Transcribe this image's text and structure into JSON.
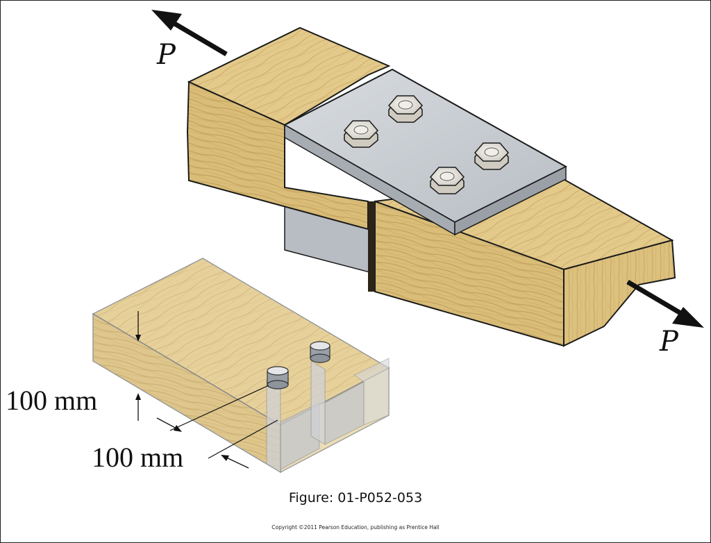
{
  "figure": {
    "load_label_top": "P",
    "load_label_bottom": "P",
    "dimension_height": "100 mm",
    "dimension_width": "100 mm",
    "caption": "Figure: 01-P052-053",
    "copyright": "Copyright ©2011 Pearson Education, publishing as Prentice Hall"
  },
  "colors": {
    "wood": "#e2c887",
    "wood_dark": "#c9a866",
    "steel": "#c8ccd0",
    "nut": "#e6e4dc",
    "outline": "#1a1a1a"
  }
}
